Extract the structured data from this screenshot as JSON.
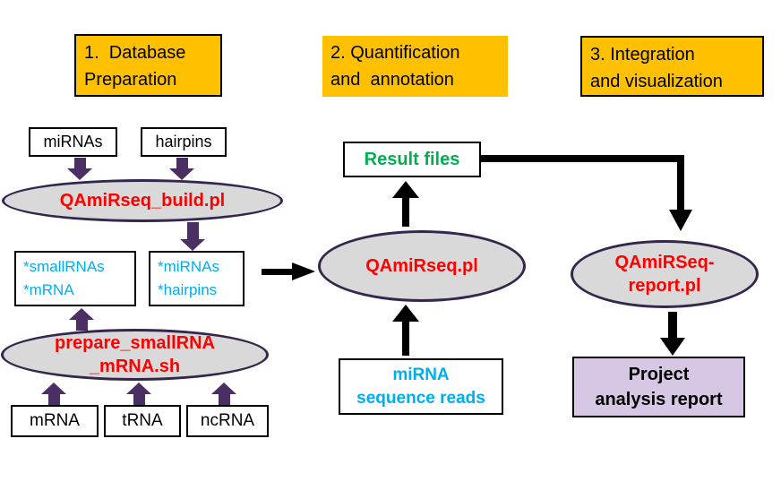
{
  "colors": {
    "header_bg": "#FFC000",
    "arrow_purple": "#4B2E63",
    "ellipse_fill": "#D9D9D9",
    "ellipse_border": "#35264D",
    "script_text": "#FF0000",
    "data_text": "#00AEEF",
    "result_text": "#00B050",
    "report_bg": "#D6C7E4"
  },
  "steps": [
    {
      "label": "1.  Database\nPreparation"
    },
    {
      "label": "2. Quantification\nand  annotation"
    },
    {
      "label": "3. Integration\nand visualization"
    }
  ],
  "database_preparation": {
    "mirnas_input": "miRNAs",
    "hairpins_input": "hairpins",
    "build_script": "QAmiRseq_build.pl",
    "smallrna_mrna_output": "*smallRNAs\n*mRNA",
    "mirna_hairpin_output": "*miRNAs\n*hairpins",
    "prepare_script": "prepare_smallRNA\n_mRNA.sh",
    "mrna_input": "mRNA",
    "trna_input": "tRNA",
    "ncrna_input": "ncRNA"
  },
  "quantification": {
    "result_files": "Result files",
    "main_script": "QAmiRseq.pl",
    "reads_input": "miRNA\nsequence reads"
  },
  "integration": {
    "report_script": "QAmiRSeq-\nreport.pl",
    "project_report": "Project\nanalysis report"
  }
}
